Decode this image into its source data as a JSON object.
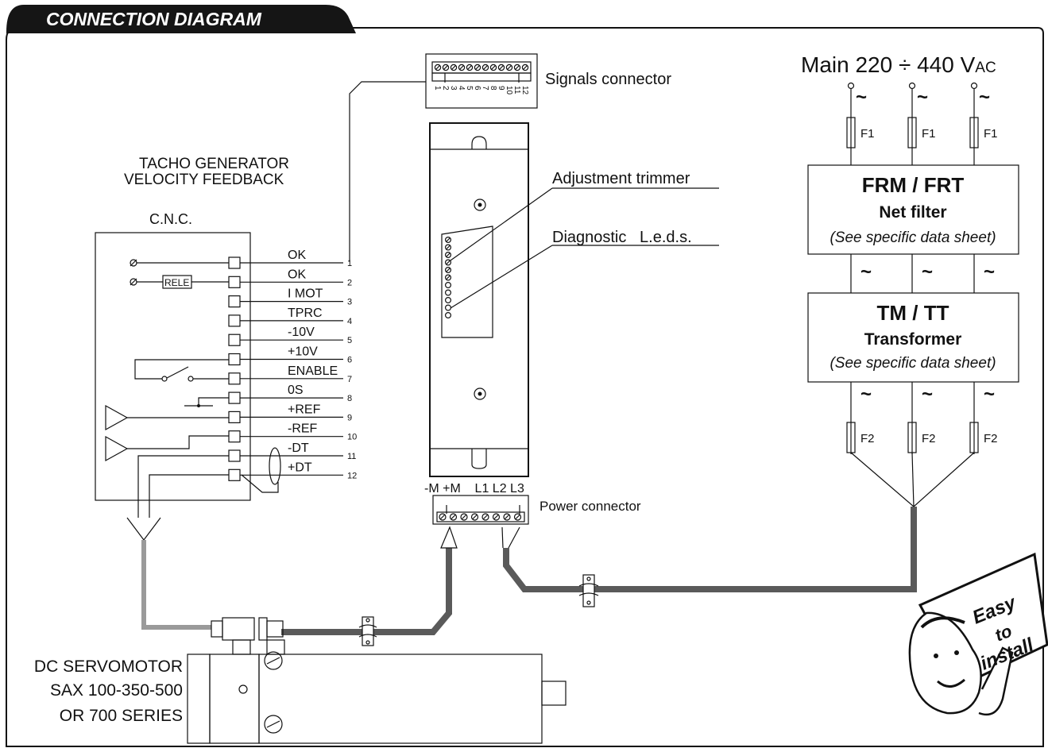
{
  "header": {
    "title": "CONNECTION DIAGRAM"
  },
  "signals_connector": {
    "label": "Signals connector",
    "pins": [
      "1",
      "2",
      "3",
      "4",
      "5",
      "6",
      "7",
      "8",
      "9",
      "10",
      "11",
      "12"
    ]
  },
  "drive": {
    "adjustment_label": "Adjustment trimmer",
    "diagnostic_label": "Diagnostic   L.e.d.s."
  },
  "cnc": {
    "tacho_title_line1": "TACHO GENERATOR",
    "tacho_title_line2": "VELOCITY FEEDBACK",
    "label": "C.N.C.",
    "rele": "RELE",
    "signals": [
      {
        "name": "OK",
        "pin": "1"
      },
      {
        "name": "OK",
        "pin": "2"
      },
      {
        "name": "I MOT",
        "pin": "3"
      },
      {
        "name": "TPRC",
        "pin": "4"
      },
      {
        "name": "-10V",
        "pin": "5"
      },
      {
        "name": "+10V",
        "pin": "6"
      },
      {
        "name": "ENABLE",
        "pin": "7"
      },
      {
        "name": "0S",
        "pin": "8"
      },
      {
        "name": "+REF",
        "pin": "9"
      },
      {
        "name": "-REF",
        "pin": "10"
      },
      {
        "name": "-DT",
        "pin": "11"
      },
      {
        "name": "+DT",
        "pin": "12"
      }
    ]
  },
  "power_connector": {
    "label": "Power connector",
    "pins_text": "-M +M    L1 L2 L3"
  },
  "mains": {
    "label": "Main  220 ÷ 440 V",
    "label_sub": "AC",
    "tilde": "~",
    "fuse_f1": "F1",
    "fuse_f2": "F2"
  },
  "filter": {
    "title": "FRM / FRT",
    "subtitle": "Net filter",
    "note": "(See specific data sheet)"
  },
  "transformer": {
    "title": "TM / TT",
    "subtitle": "Transformer",
    "note": "(See specific data sheet)"
  },
  "motor": {
    "line1": "DC SERVOMOTOR",
    "line2": "SAX 100-350-500",
    "line3": "OR 700 SERIES"
  },
  "badge": {
    "line1": "Easy",
    "line2": "to",
    "line3": "install"
  }
}
